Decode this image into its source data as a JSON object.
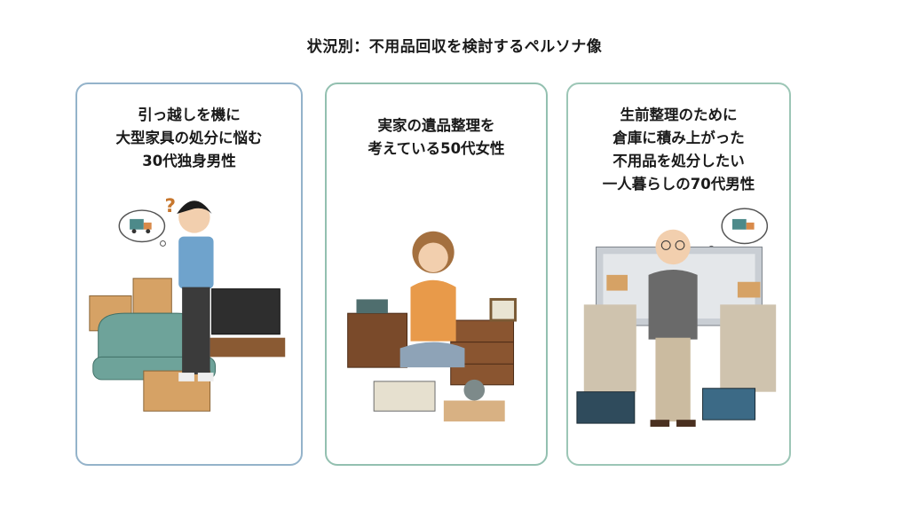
{
  "title": "状況別：不用品回収を検討するペルソナ像",
  "personas": [
    {
      "lines": [
        "引っ越しを機に",
        "大型家具の処分に悩む",
        "30代独身男性"
      ],
      "color": "#94b3ca"
    },
    {
      "lines": [
        "実家の遺品整理を",
        "考えている50代女性"
      ],
      "color": "#93c0b0"
    },
    {
      "lines": [
        "生前整理のために",
        "倉庫に積み上がった",
        "不用品を処分したい",
        "一人暮らしの70代男性"
      ],
      "color": "#9cc6b6"
    }
  ]
}
